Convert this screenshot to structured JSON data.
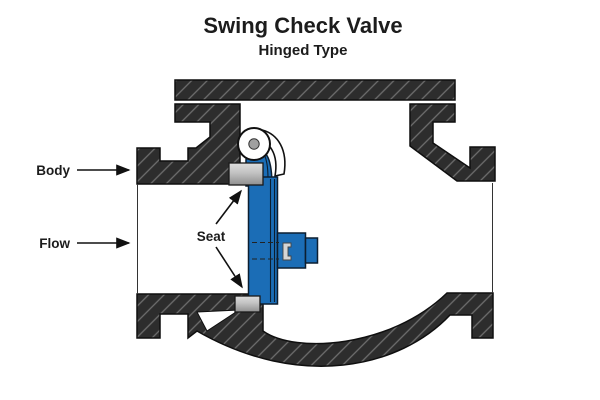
{
  "title": {
    "text": "Swing Check Valve",
    "subtitle": "Hinged Type"
  },
  "labels": {
    "body": {
      "text": "Body"
    },
    "flow": {
      "text": "Flow"
    },
    "seat": {
      "text": "Seat"
    }
  },
  "diagram": {
    "subject": "swing check valve cross-section, hinged type",
    "labeled_parts": [
      "Body",
      "Flow",
      "Seat"
    ],
    "colors": {
      "body_fill": "#2d2d2d",
      "hatch_line": "#6e6e6e",
      "outline": "#0f0f0f",
      "disc_blue": "#1b6db6",
      "seat_gray_light": "#d8d8d8",
      "seat_gray_dark": "#8f8f8f",
      "pin_white": "#ffffff",
      "pin_center_gray": "#a0a0a0",
      "background": "#ffffff",
      "text": "#1c1c1c"
    }
  }
}
